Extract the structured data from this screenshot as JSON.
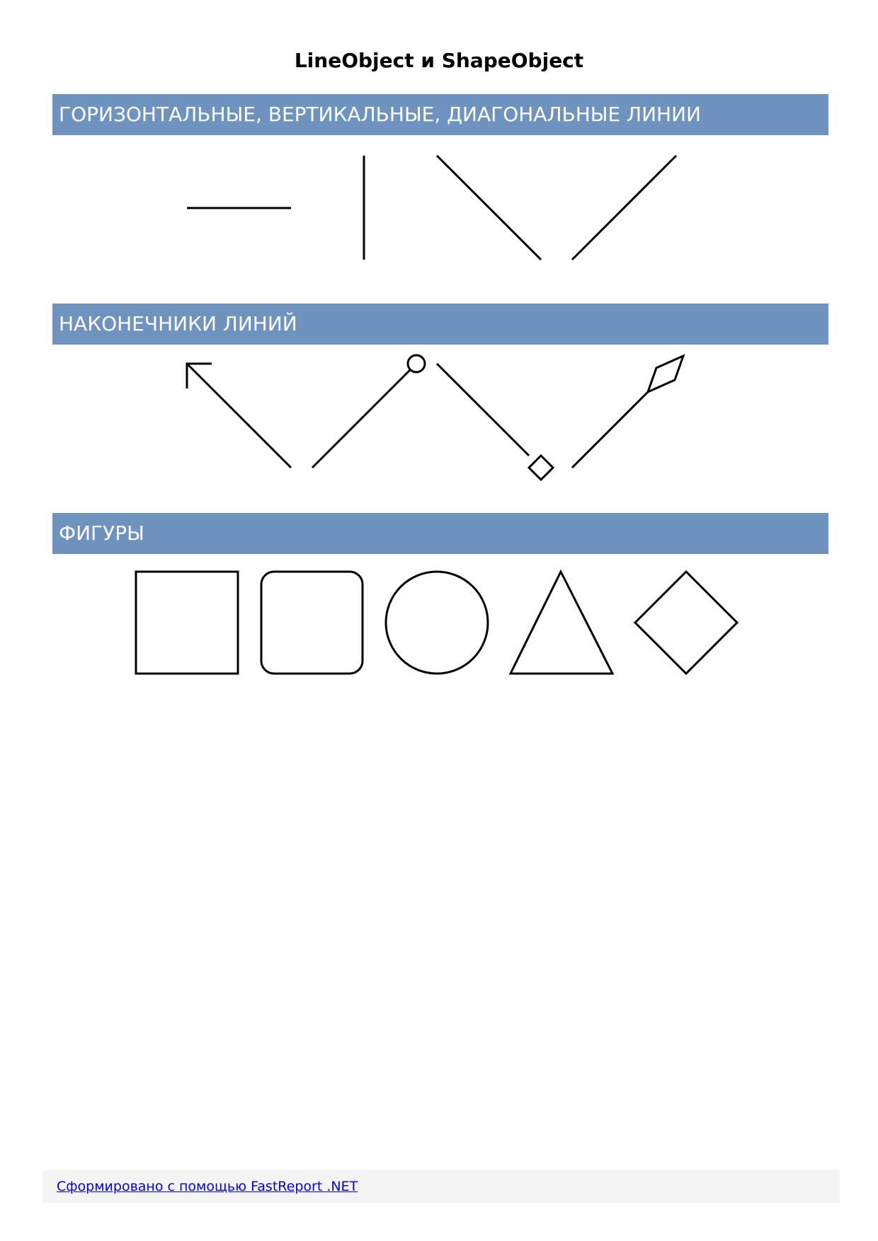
{
  "report": {
    "title": "LineObject и ShapeObject"
  },
  "sections": {
    "lines": {
      "heading": "ГОРИЗОНТАЛЬНЫЕ, ВЕРТИКАЛЬНЫЕ, ДИАГОНАЛЬНЫЕ ЛИНИИ"
    },
    "caps": {
      "heading": "НАКОНЕЧНИКИ ЛИНИЙ"
    },
    "shapes": {
      "heading": "ФИГУРЫ"
    }
  },
  "colors": {
    "band": "#6f93bf",
    "band_text": "#ffffff",
    "footer_bg": "#f4f4f4",
    "link": "#0000ee"
  },
  "line_items": [
    "horizontal-line",
    "vertical-line",
    "diagonal-line-down",
    "diagonal-line-up"
  ],
  "cap_items": [
    "open-arrow",
    "circle",
    "square",
    "diamond"
  ],
  "shape_items": [
    "rectangle",
    "rounded-rectangle",
    "ellipse",
    "triangle",
    "diamond"
  ],
  "footer": {
    "link_text": "Сформировано с помощью FastReport .NET"
  }
}
